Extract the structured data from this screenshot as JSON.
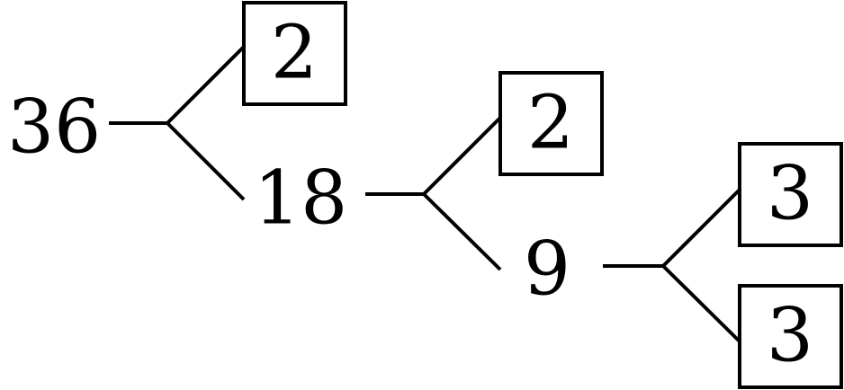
{
  "tree": {
    "root": "36",
    "level1": {
      "prime": "2",
      "composite": "18"
    },
    "level2": {
      "prime": "2",
      "composite": "9"
    },
    "level3": {
      "prime_top": "3",
      "prime_bottom": "3"
    }
  }
}
